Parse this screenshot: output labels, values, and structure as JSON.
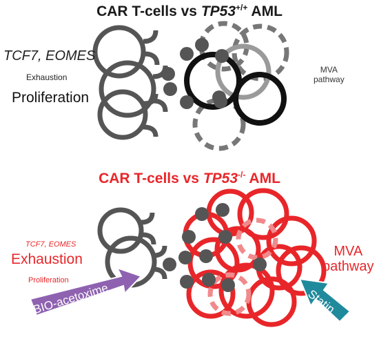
{
  "top": {
    "title_prefix": "CAR T-cells vs ",
    "title_gene": "TP53",
    "title_sup": "+/+",
    "title_suffix": " AML",
    "label_genes": "TCF7, EOMES",
    "label_exhaustion": "Exhaustion",
    "label_proliferation": "Proliferation",
    "label_mva_line1": "MVA",
    "label_mva_line2": "pathway"
  },
  "bottom": {
    "title_prefix": "CAR T-cells vs ",
    "title_gene": "TP53",
    "title_sup": "-/-",
    "title_suffix": " AML",
    "label_genes": "TCF7, EOMES",
    "label_exhaustion": "Exhaustion",
    "label_proliferation": "Proliferation",
    "label_mva_line1": "MVA",
    "label_mva_line2": "pathway",
    "arrow_bio": "BIO-acetoxime",
    "arrow_statin": "Statin"
  },
  "colors": {
    "tcell_gray": "#555555",
    "aml_black": "#111111",
    "aml_dashed_gray": "#777777",
    "aml_red": "#e8262a",
    "aml_red_light": "#f08a8c",
    "bio_arrow": "#8e62b0",
    "statin_arrow": "#1f8a9c"
  }
}
